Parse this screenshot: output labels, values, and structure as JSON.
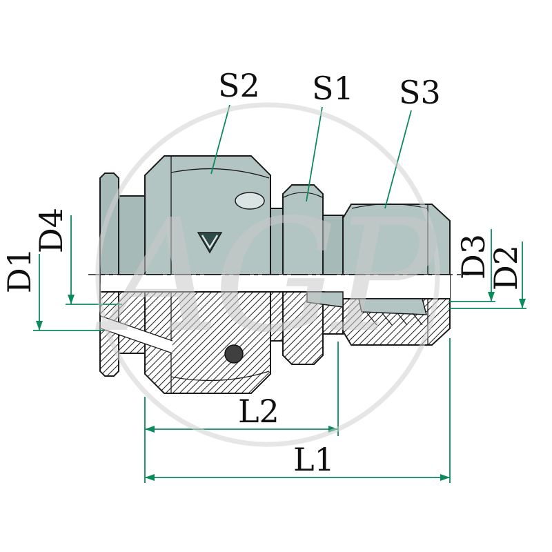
{
  "diagram": {
    "type": "technical-drawing-hydraulic-reducer-fitting",
    "watermark_text": "AGP",
    "labels": {
      "s2": "S2",
      "s1": "S1",
      "s3": "S3",
      "d4": "D4",
      "d1": "D1",
      "d3": "D3",
      "d2": "D2",
      "l2": "L2",
      "l1": "L1"
    },
    "colors": {
      "metal_fill": "#b2c5c3",
      "metal_shadow": "#a6bab8",
      "metal_highlight": "#d9e4e3",
      "outline": "#1a1a1a",
      "dimension_green": "#0b8a5c",
      "watermark_gray": "#c9c9c9",
      "background": "#ffffff"
    }
  }
}
